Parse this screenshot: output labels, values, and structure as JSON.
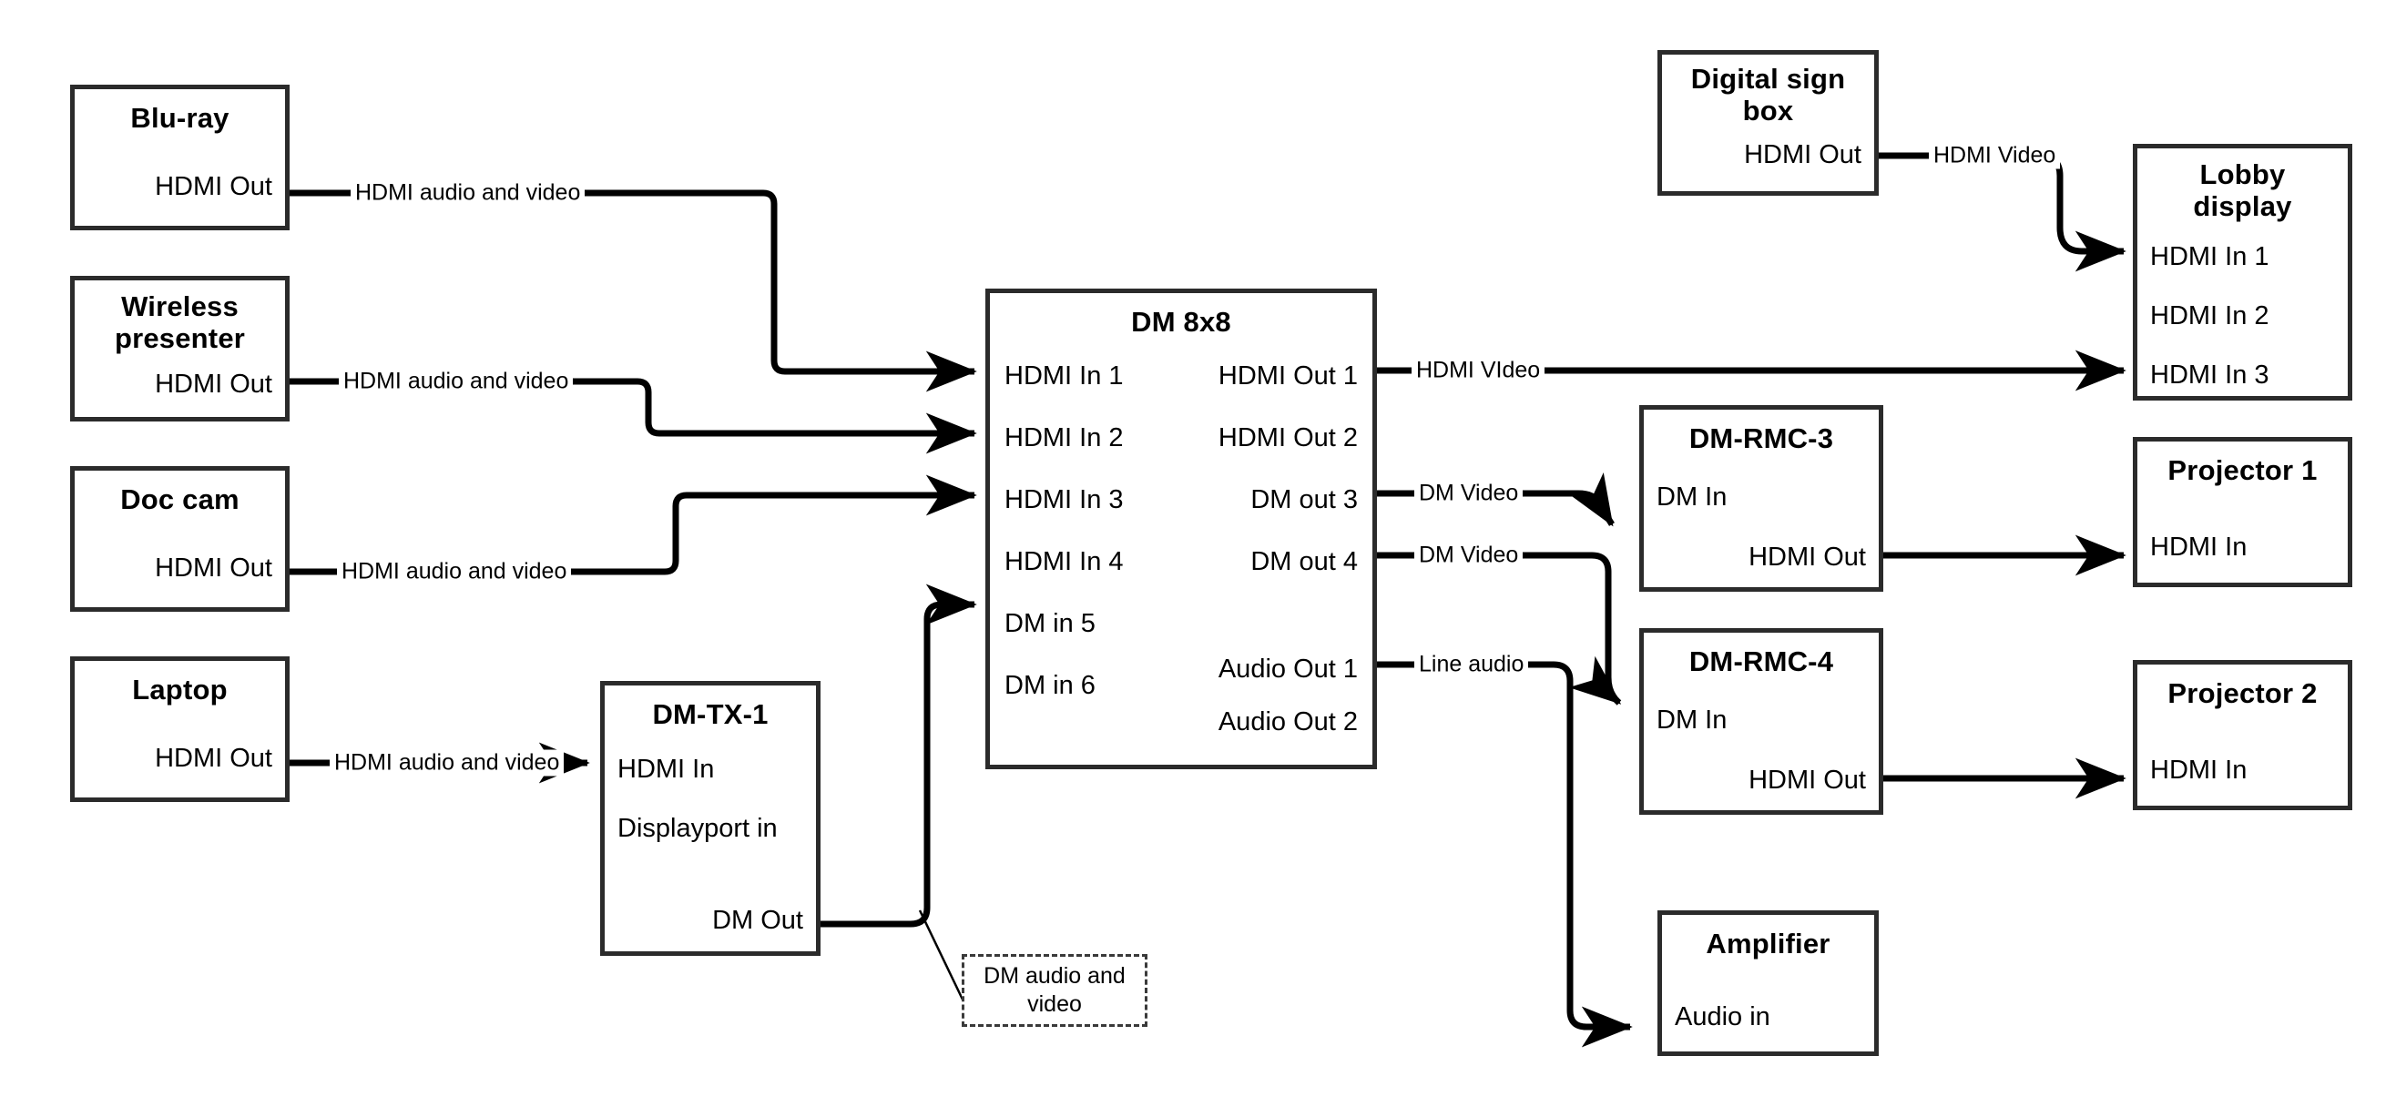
{
  "diagram": {
    "title": "AV signal flow diagram",
    "colors": {
      "box_border": "#2b2b2b",
      "wire": "#000000",
      "note_border": "#3a3a3a",
      "background": "#ffffff"
    },
    "nodes": [
      {
        "id": "bluray",
        "title": "Blu-ray",
        "ports": [
          {
            "label": "HDMI Out",
            "align": "right"
          }
        ]
      },
      {
        "id": "wireless",
        "title": "Wireless presenter",
        "ports": [
          {
            "label": "HDMI Out",
            "align": "right"
          }
        ]
      },
      {
        "id": "doccam",
        "title": "Doc cam",
        "ports": [
          {
            "label": "HDMI Out",
            "align": "right"
          }
        ]
      },
      {
        "id": "laptop",
        "title": "Laptop",
        "ports": [
          {
            "label": "HDMI Out",
            "align": "right"
          }
        ]
      },
      {
        "id": "dmtx1",
        "title": "DM-TX-1",
        "ports": [
          {
            "label": "HDMI In",
            "align": "left"
          },
          {
            "label": "Displayport in",
            "align": "left"
          },
          {
            "label": "DM Out",
            "align": "right"
          }
        ]
      },
      {
        "id": "dm8x8",
        "title": "DM 8x8",
        "inputs": [
          "HDMI In 1",
          "HDMI In 2",
          "HDMI In 3",
          "HDMI In 4",
          "DM in 5",
          "DM in 6"
        ],
        "outputs": [
          "HDMI Out 1",
          "HDMI Out 2",
          "DM out 3",
          "DM out 4",
          "Audio Out 1",
          "Audio Out 2"
        ]
      },
      {
        "id": "digitalsign",
        "title": "Digital sign box",
        "ports": [
          {
            "label": "HDMI Out",
            "align": "right"
          }
        ]
      },
      {
        "id": "lobby",
        "title": "Lobby display",
        "ports": [
          {
            "label": "HDMI In 1",
            "align": "left"
          },
          {
            "label": "HDMI In 2",
            "align": "left"
          },
          {
            "label": "HDMI In 3",
            "align": "left"
          }
        ]
      },
      {
        "id": "dmrmc3",
        "title": "DM-RMC-3",
        "ports": [
          {
            "label": "DM In",
            "align": "left"
          },
          {
            "label": "HDMI Out",
            "align": "right"
          }
        ]
      },
      {
        "id": "dmrmc4",
        "title": "DM-RMC-4",
        "ports": [
          {
            "label": "DM In",
            "align": "left"
          },
          {
            "label": "HDMI Out",
            "align": "right"
          }
        ]
      },
      {
        "id": "projector1",
        "title": "Projector 1",
        "ports": [
          {
            "label": "HDMI In",
            "align": "left"
          }
        ]
      },
      {
        "id": "projector2",
        "title": "Projector 2",
        "ports": [
          {
            "label": "HDMI In",
            "align": "left"
          }
        ]
      },
      {
        "id": "amplifier",
        "title": "Amplifier",
        "ports": [
          {
            "label": "Audio in",
            "align": "left"
          }
        ]
      }
    ],
    "note": {
      "text": "DM audio and video"
    },
    "wire_labels": [
      {
        "id": "w1",
        "text": "HDMI audio and video"
      },
      {
        "id": "w2",
        "text": "HDMI audio and video"
      },
      {
        "id": "w3",
        "text": "HDMI audio and video"
      },
      {
        "id": "w4",
        "text": "HDMI audio and video"
      },
      {
        "id": "w5",
        "text": "HDMI VIdeo"
      },
      {
        "id": "w6",
        "text": "DM Video"
      },
      {
        "id": "w7",
        "text": "DM Video"
      },
      {
        "id": "w8",
        "text": "Line audio"
      },
      {
        "id": "w9",
        "text": "HDMI Video"
      }
    ],
    "connections": [
      {
        "from": "Blu-ray HDMI Out",
        "to": "DM 8x8 HDMI In 1",
        "label": "HDMI audio and video"
      },
      {
        "from": "Wireless presenter HDMI Out",
        "to": "DM 8x8 HDMI In 2",
        "label": "HDMI audio and video"
      },
      {
        "from": "Doc cam HDMI Out",
        "to": "DM 8x8 HDMI In 3",
        "label": "HDMI audio and video"
      },
      {
        "from": "Laptop HDMI Out",
        "to": "DM-TX-1 HDMI In",
        "label": "HDMI audio and video"
      },
      {
        "from": "DM-TX-1 DM Out",
        "to": "DM 8x8 DM in 5",
        "label": "DM audio and video"
      },
      {
        "from": "DM 8x8 HDMI Out 1",
        "to": "Lobby display HDMI In 3",
        "label": "HDMI VIdeo"
      },
      {
        "from": "DM 8x8 DM out 3",
        "to": "DM-RMC-3 DM In",
        "label": "DM Video"
      },
      {
        "from": "DM 8x8 DM out 4",
        "to": "DM-RMC-4 DM In",
        "label": "DM Video"
      },
      {
        "from": "DM 8x8 Audio Out 1",
        "to": "Amplifier Audio in",
        "label": "Line audio"
      },
      {
        "from": "Digital sign box HDMI Out",
        "to": "Lobby display HDMI In 1",
        "label": "HDMI Video"
      },
      {
        "from": "DM-RMC-3 HDMI Out",
        "to": "Projector 1 HDMI In",
        "label": ""
      },
      {
        "from": "DM-RMC-4 HDMI Out",
        "to": "Projector 2 HDMI In",
        "label": ""
      }
    ]
  }
}
